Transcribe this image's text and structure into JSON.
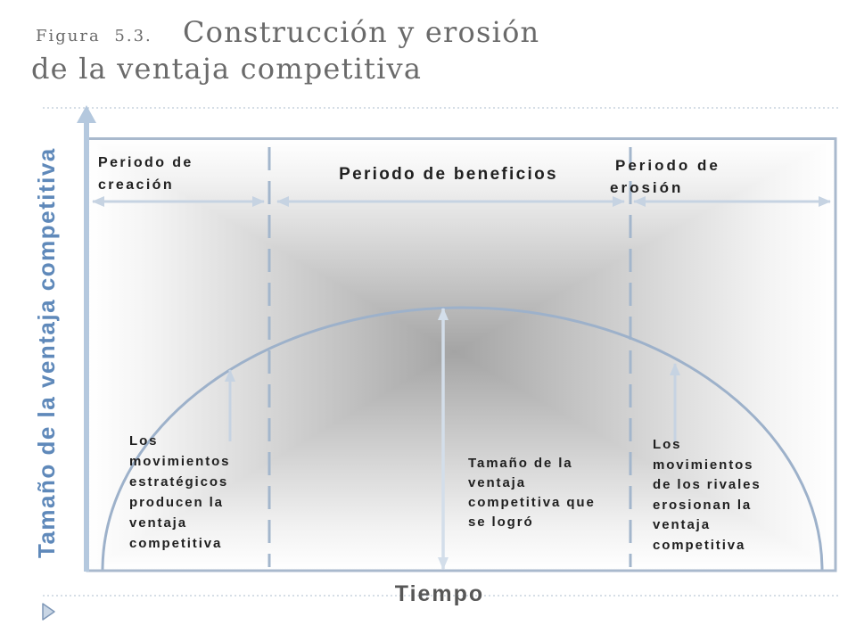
{
  "slide": {
    "figure_label": "Figura 5.3.",
    "title_line1": "Construcción y erosión",
    "title_line2": "de la ventaja competitiva",
    "bullet_icon": "triangle-bullet-icon"
  },
  "diagram": {
    "y_axis_label": "Tamaño de la ventaja competitiva",
    "x_axis_label": "Tiempo",
    "periods": {
      "creation": [
        "Periodo de",
        "creación"
      ],
      "benefits": [
        "Periodo de beneficios"
      ],
      "erosion": [
        "Periodo de",
        "erosión"
      ]
    },
    "notes": {
      "strategic_moves": [
        "Los",
        "movimientos",
        "estratégicos",
        "producen la",
        "ventaja",
        "competitiva"
      ],
      "achieved_size": [
        "Tamaño de la",
        "ventaja",
        "competitiva que",
        "se logró"
      ],
      "rival_erosion": [
        "Los",
        "movimientos",
        "de los rivales",
        "erosionan la",
        "ventaja",
        "competitiva"
      ]
    }
  },
  "colors": {
    "title": "#6a6a6a",
    "axis_label": "#5f89ba",
    "x_label": "#575757",
    "text": "#202020",
    "frame": "#a9b9cd",
    "curve": "#9db1ca",
    "arrow": "#c6d3e2"
  }
}
